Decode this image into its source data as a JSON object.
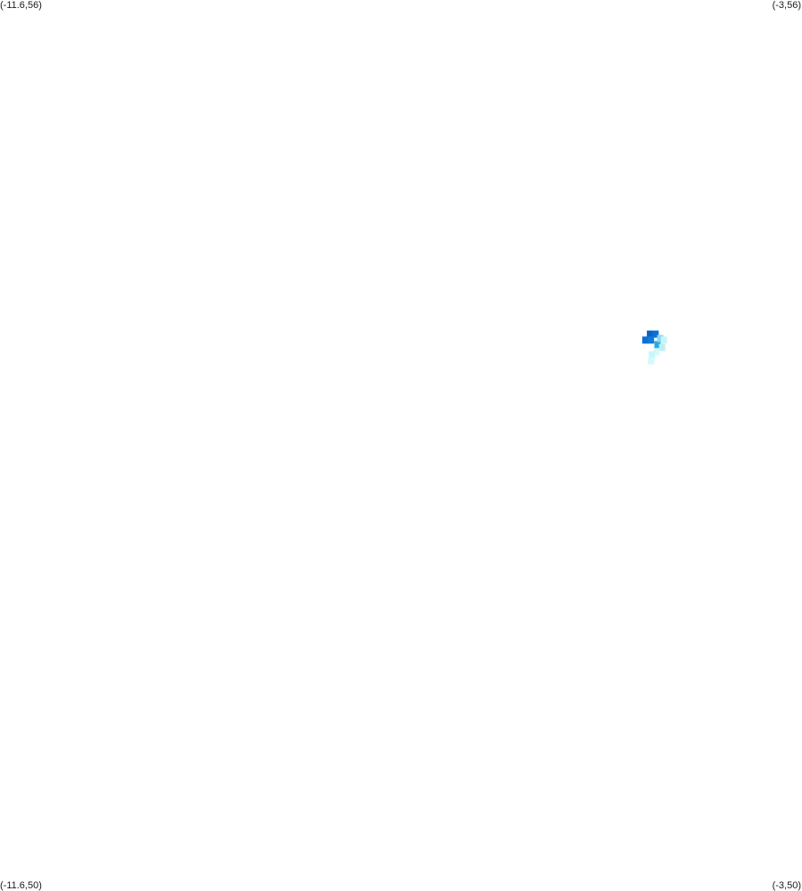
{
  "map": {
    "corners": {
      "top_left": "(-11.6,56)",
      "top_right": "(-3,56)",
      "bottom_left": "(-11.6,50)",
      "bottom_right": "(-3,50)"
    },
    "extent": {
      "lon_min": -11.6,
      "lon_max": -3,
      "lat_min": 50,
      "lat_max": 56
    },
    "cells": [
      {
        "lon": -4.63,
        "lat": 53.75,
        "color": "#0a62c9"
      },
      {
        "lon": -4.57,
        "lat": 53.75,
        "color": "#0a70d6"
      },
      {
        "lon": -4.68,
        "lat": 53.71,
        "color": "#0d6fd4"
      },
      {
        "lon": -4.62,
        "lat": 53.71,
        "color": "#127ad9"
      },
      {
        "lon": -4.55,
        "lat": 53.68,
        "color": "#2ba8e3"
      },
      {
        "lon": -4.52,
        "lat": 53.72,
        "color": "#8cd8ef"
      },
      {
        "lon": -4.48,
        "lat": 53.71,
        "color": "#c9f5f8"
      },
      {
        "lon": -4.5,
        "lat": 53.66,
        "color": "#bdeff5"
      },
      {
        "lon": -4.56,
        "lat": 53.63,
        "color": "#d6fbfc"
      },
      {
        "lon": -4.61,
        "lat": 53.61,
        "color": "#c8f6fa"
      },
      {
        "lon": -4.62,
        "lat": 53.57,
        "color": "#d3fafc"
      }
    ]
  }
}
